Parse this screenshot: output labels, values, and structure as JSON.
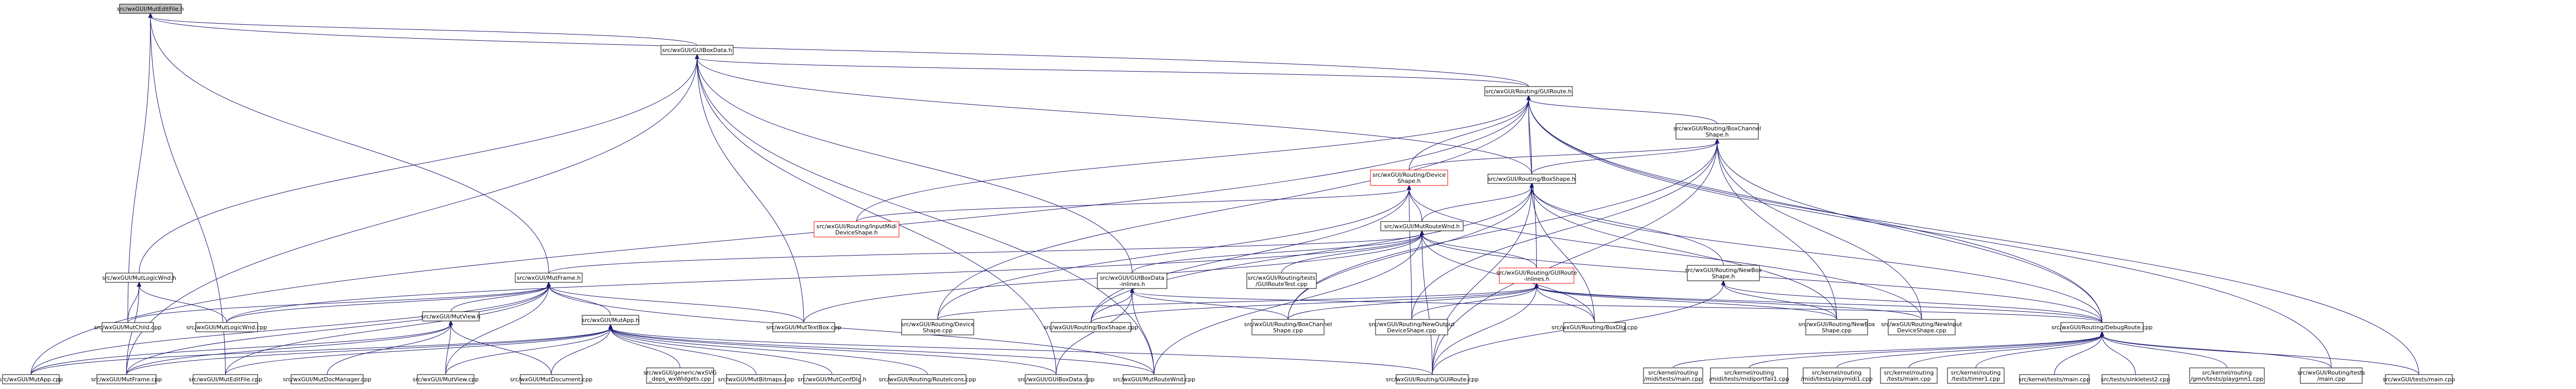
{
  "diagram": {
    "nodes": [
      {
        "id": "n0",
        "lines": [
          "src/wxGUI/MutEditFile.h"
        ],
        "kind": "root"
      },
      {
        "id": "n1",
        "lines": [
          "src/wxGUI/GUIBoxData.h"
        ],
        "kind": "normal"
      },
      {
        "id": "n2",
        "lines": [
          "src/wxGUI/Routing/GUIRoute.h"
        ],
        "kind": "normal"
      },
      {
        "id": "n3",
        "lines": [
          "src/wxGUI/Routing/BoxChannel",
          "Shape.h"
        ],
        "kind": "normal"
      },
      {
        "id": "n4",
        "lines": [
          "src/wxGUI/Routing/Device",
          "Shape.h"
        ],
        "kind": "red"
      },
      {
        "id": "n5",
        "lines": [
          "src/wxGUI/Routing/BoxShape.h"
        ],
        "kind": "normal"
      },
      {
        "id": "n6",
        "lines": [
          "src/wxGUI/Routing/InputMidi",
          "DeviceShape.h"
        ],
        "kind": "red"
      },
      {
        "id": "n7",
        "lines": [
          "src/wxGUI/MutRouteWnd.h"
        ],
        "kind": "normal"
      },
      {
        "id": "n8",
        "lines": [
          "src/wxGUI/MutLogicWnd.h"
        ],
        "kind": "normal"
      },
      {
        "id": "n9",
        "lines": [
          "src/wxGUI/MutFrame.h"
        ],
        "kind": "normal"
      },
      {
        "id": "n10",
        "lines": [
          "src/wxGUI/GUIBoxData",
          "-inlines.h"
        ],
        "kind": "normal"
      },
      {
        "id": "n11",
        "lines": [
          "src/wxGUI/Routing/tests",
          "/GUIRouteTest.cpp"
        ],
        "kind": "normal"
      },
      {
        "id": "n12",
        "lines": [
          "src/wxGUI/Routing/GUIRoute",
          "-inlines.h"
        ],
        "kind": "red"
      },
      {
        "id": "n13",
        "lines": [
          "src/wxGUI/Routing/NewBox",
          "Shape.h"
        ],
        "kind": "normal"
      },
      {
        "id": "n14",
        "lines": [
          "src/wxGUI/MutChild.cpp"
        ],
        "kind": "normal"
      },
      {
        "id": "n15",
        "lines": [
          "src/wxGUI/MutView.h"
        ],
        "kind": "normal"
      },
      {
        "id": "n16",
        "lines": [
          "src/wxGUI/MutApp.h"
        ],
        "kind": "normal"
      },
      {
        "id": "n17",
        "lines": [
          "src/wxGUI/MutLogicWnd.cpp"
        ],
        "kind": "normal"
      },
      {
        "id": "n18",
        "lines": [
          "src/wxGUI/MutTextBox.cpp"
        ],
        "kind": "normal"
      },
      {
        "id": "n19",
        "lines": [
          "src/wxGUI/Routing/Device",
          "Shape.cpp"
        ],
        "kind": "normal"
      },
      {
        "id": "n20",
        "lines": [
          "src/wxGUI/Routing/BoxShape.cpp"
        ],
        "kind": "normal"
      },
      {
        "id": "n21",
        "lines": [
          "src/wxGUI/Routing/BoxChannel",
          "Shape.cpp"
        ],
        "kind": "normal"
      },
      {
        "id": "n22",
        "lines": [
          "src/wxGUI/Routing/NewOutput",
          "DeviceShape.cpp"
        ],
        "kind": "normal"
      },
      {
        "id": "n23",
        "lines": [
          "src/wxGUI/Routing/BoxDlg.cpp"
        ],
        "kind": "normal"
      },
      {
        "id": "n24",
        "lines": [
          "src/wxGUI/Routing/NewBox",
          "Shape.cpp"
        ],
        "kind": "normal"
      },
      {
        "id": "n25",
        "lines": [
          "src/wxGUI/Routing/NewInput",
          "DeviceShape.cpp"
        ],
        "kind": "normal"
      },
      {
        "id": "n26",
        "lines": [
          "src/wxGUI/Routing/DebugRoute.cpp"
        ],
        "kind": "normal"
      },
      {
        "id": "n27",
        "lines": [
          "src/wxGUI/MutApp.cpp"
        ],
        "kind": "normal"
      },
      {
        "id": "n28",
        "lines": [
          "src/wxGUI/MutFrame.cpp"
        ],
        "kind": "normal"
      },
      {
        "id": "n29",
        "lines": [
          "src/wxGUI/MutEditFile.cpp"
        ],
        "kind": "normal"
      },
      {
        "id": "n30",
        "lines": [
          "src/wxGUI/MutDocManager.cpp"
        ],
        "kind": "normal"
      },
      {
        "id": "n31",
        "lines": [
          "src/wxGUI/MutView.cpp"
        ],
        "kind": "normal"
      },
      {
        "id": "n32",
        "lines": [
          "src/wxGUI/MutDocument.cpp"
        ],
        "kind": "normal"
      },
      {
        "id": "n33",
        "lines": [
          "src/wxGUI/generic/wxSVG",
          "_deps_wxWidgets.cpp"
        ],
        "kind": "normal"
      },
      {
        "id": "n34",
        "lines": [
          "src/wxGUI/MutBitmaps.cpp"
        ],
        "kind": "normal"
      },
      {
        "id": "n35",
        "lines": [
          "src/wxGUI/MutConfDlg.h"
        ],
        "kind": "normal"
      },
      {
        "id": "n36",
        "lines": [
          "src/wxGUI/Routing/RouteIcons.cpp"
        ],
        "kind": "normal"
      },
      {
        "id": "n37",
        "lines": [
          "src/wxGUI/GUIBoxData.cpp"
        ],
        "kind": "normal"
      },
      {
        "id": "n38",
        "lines": [
          "src/wxGUI/MutRouteWnd.cpp"
        ],
        "kind": "normal"
      },
      {
        "id": "n39",
        "lines": [
          "src/wxGUI/Routing/GUIRoute.cpp"
        ],
        "kind": "normal"
      },
      {
        "id": "n40",
        "lines": [
          "src/kernel/routing",
          "/midi/tests/main.cpp"
        ],
        "kind": "normal"
      },
      {
        "id": "n41",
        "lines": [
          "src/kernel/routing",
          "/midi/tests/midiportfail1.cpp"
        ],
        "kind": "normal"
      },
      {
        "id": "n42",
        "lines": [
          "src/kernel/routing",
          "/midi/tests/playmidi1.cpp"
        ],
        "kind": "normal"
      },
      {
        "id": "n43",
        "lines": [
          "src/kernel/routing",
          "/tests/main.cpp"
        ],
        "kind": "normal"
      },
      {
        "id": "n44",
        "lines": [
          "src/kernel/routing",
          "/tests/timer1.cpp"
        ],
        "kind": "normal"
      },
      {
        "id": "n45",
        "lines": [
          "src/kernel/tests/main.cpp"
        ],
        "kind": "normal"
      },
      {
        "id": "n46",
        "lines": [
          "src/tests/sinkletest2.cpp"
        ],
        "kind": "normal"
      },
      {
        "id": "n47",
        "lines": [
          "src/kernel/routing",
          "/gmn/tests/playgmn1.cpp"
        ],
        "kind": "normal"
      },
      {
        "id": "n48",
        "lines": [
          "src/wxGUI/Routing/tests",
          "/main.cpp"
        ],
        "kind": "normal"
      },
      {
        "id": "n49",
        "lines": [
          "src/wxGUI/tests/main.cpp"
        ],
        "kind": "normal"
      }
    ],
    "edges": [
      [
        "n0",
        "n1"
      ],
      [
        "n0",
        "n2"
      ],
      [
        "n0",
        "n9"
      ],
      [
        "n0",
        "n14"
      ],
      [
        "n0",
        "n29"
      ],
      [
        "n1",
        "n2"
      ],
      [
        "n1",
        "n5"
      ],
      [
        "n1",
        "n8"
      ],
      [
        "n1",
        "n10"
      ],
      [
        "n1",
        "n28"
      ],
      [
        "n1",
        "n18"
      ],
      [
        "n1",
        "n38"
      ],
      [
        "n1",
        "n37"
      ],
      [
        "n2",
        "n3"
      ],
      [
        "n2",
        "n4"
      ],
      [
        "n2",
        "n5"
      ],
      [
        "n2",
        "n6"
      ],
      [
        "n2",
        "n12"
      ],
      [
        "n2",
        "n19"
      ],
      [
        "n2",
        "n26"
      ],
      [
        "n2",
        "n48"
      ],
      [
        "n2",
        "n49"
      ],
      [
        "n2",
        "n27"
      ],
      [
        "n3",
        "n5"
      ],
      [
        "n3",
        "n4"
      ],
      [
        "n3",
        "n21"
      ],
      [
        "n3",
        "n24"
      ],
      [
        "n3",
        "n25"
      ],
      [
        "n3",
        "n26"
      ],
      [
        "n3",
        "n39"
      ],
      [
        "n3",
        "n22"
      ],
      [
        "n4",
        "n7"
      ],
      [
        "n4",
        "n6"
      ],
      [
        "n4",
        "n19"
      ],
      [
        "n4",
        "n22"
      ],
      [
        "n4",
        "n25"
      ],
      [
        "n4",
        "n20"
      ],
      [
        "n5",
        "n7"
      ],
      [
        "n5",
        "n13"
      ],
      [
        "n5",
        "n20"
      ],
      [
        "n5",
        "n21"
      ],
      [
        "n5",
        "n23"
      ],
      [
        "n5",
        "n24"
      ],
      [
        "n5",
        "n26"
      ],
      [
        "n5",
        "n39"
      ],
      [
        "n7",
        "n9"
      ],
      [
        "n7",
        "n10"
      ],
      [
        "n7",
        "n11"
      ],
      [
        "n7",
        "n12"
      ],
      [
        "n7",
        "n17"
      ],
      [
        "n7",
        "n18"
      ],
      [
        "n7",
        "n38"
      ],
      [
        "n7",
        "n26"
      ],
      [
        "n7",
        "n39"
      ],
      [
        "n7",
        "n23"
      ],
      [
        "n8",
        "n14"
      ],
      [
        "n8",
        "n17"
      ],
      [
        "n8",
        "n28"
      ],
      [
        "n9",
        "n15"
      ],
      [
        "n9",
        "n16"
      ],
      [
        "n9",
        "n14"
      ],
      [
        "n9",
        "n17"
      ],
      [
        "n9",
        "n18"
      ],
      [
        "n9",
        "n27"
      ],
      [
        "n9",
        "n28"
      ],
      [
        "n9",
        "n29"
      ],
      [
        "n9",
        "n31"
      ],
      [
        "n9",
        "n38"
      ],
      [
        "n10",
        "n20"
      ],
      [
        "n10",
        "n21"
      ],
      [
        "n10",
        "n37"
      ],
      [
        "n10",
        "n38"
      ],
      [
        "n10",
        "n26"
      ],
      [
        "n12",
        "n19"
      ],
      [
        "n12",
        "n20"
      ],
      [
        "n12",
        "n21"
      ],
      [
        "n12",
        "n22"
      ],
      [
        "n12",
        "n23"
      ],
      [
        "n12",
        "n24"
      ],
      [
        "n12",
        "n25"
      ],
      [
        "n12",
        "n26"
      ],
      [
        "n12",
        "n39"
      ],
      [
        "n13",
        "n24"
      ],
      [
        "n13",
        "n39"
      ],
      [
        "n13",
        "n26"
      ],
      [
        "n15",
        "n27"
      ],
      [
        "n15",
        "n28"
      ],
      [
        "n15",
        "n30"
      ],
      [
        "n15",
        "n31"
      ],
      [
        "n15",
        "n32"
      ],
      [
        "n16",
        "n27"
      ],
      [
        "n16",
        "n28"
      ],
      [
        "n16",
        "n29"
      ],
      [
        "n16",
        "n31"
      ],
      [
        "n16",
        "n32"
      ],
      [
        "n16",
        "n33"
      ],
      [
        "n16",
        "n34"
      ],
      [
        "n16",
        "n35"
      ],
      [
        "n16",
        "n36"
      ],
      [
        "n16",
        "n37"
      ],
      [
        "n16",
        "n38"
      ],
      [
        "n16",
        "n39"
      ],
      [
        "n26",
        "n40"
      ],
      [
        "n26",
        "n41"
      ],
      [
        "n26",
        "n42"
      ],
      [
        "n26",
        "n43"
      ],
      [
        "n26",
        "n44"
      ],
      [
        "n26",
        "n45"
      ],
      [
        "n26",
        "n46"
      ],
      [
        "n26",
        "n47"
      ],
      [
        "n26",
        "n48"
      ],
      [
        "n26",
        "n49"
      ]
    ]
  }
}
